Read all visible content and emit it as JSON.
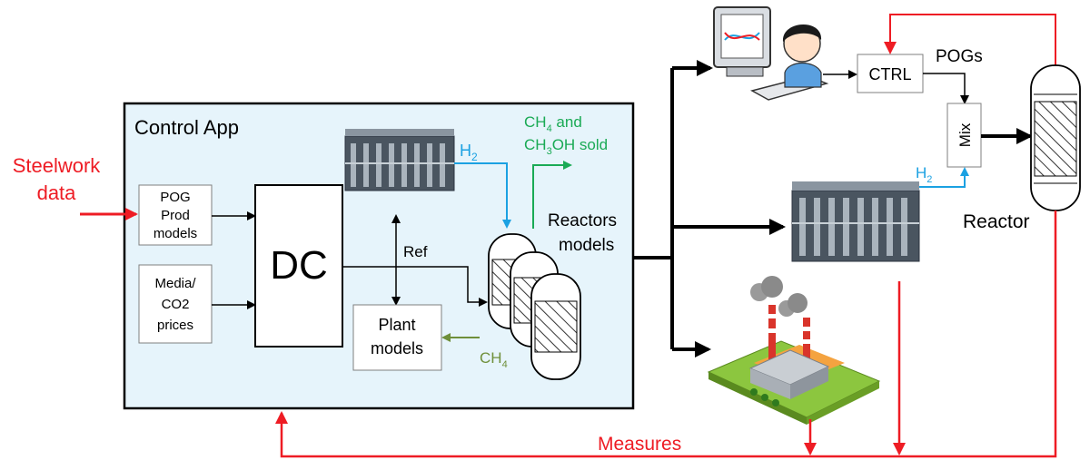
{
  "labels": {
    "control_app": "Control App",
    "steelwork_line1": "Steelwork",
    "steelwork_line2": "data",
    "pog_line1": "POG",
    "pog_line2": "Prod",
    "pog_line3": "models",
    "media_line1": "Media/",
    "media_line2": "CO2",
    "media_line3": "prices",
    "dc": "DC",
    "ref": "Ref",
    "plant_line1": "Plant",
    "plant_line2": "models",
    "h2_main": "H",
    "h2_sub": "2",
    "ch4_main": "CH",
    "ch4_sub": "4",
    "sold_line1_a": "CH",
    "sold_line1_sub": "4",
    "sold_line1_b": " and",
    "sold_line2_a": "CH",
    "sold_line2_sub": "3",
    "sold_line2_b": "OH sold",
    "reactors_line1": "Reactors",
    "reactors_line2": "models",
    "ctrl": "CTRL",
    "pogs": "POGs",
    "mix": "Mix",
    "h2_right_main": "H",
    "h2_right_sub": "2",
    "reactor": "Reactor",
    "measures": "Measures"
  },
  "colors": {
    "control_red": "#ee1c24",
    "h2_blue": "#1ba1e2",
    "sold_green": "#1aaa55",
    "ch4_olive": "#6f8f3a",
    "panel_fill": "#e6f4fb"
  }
}
